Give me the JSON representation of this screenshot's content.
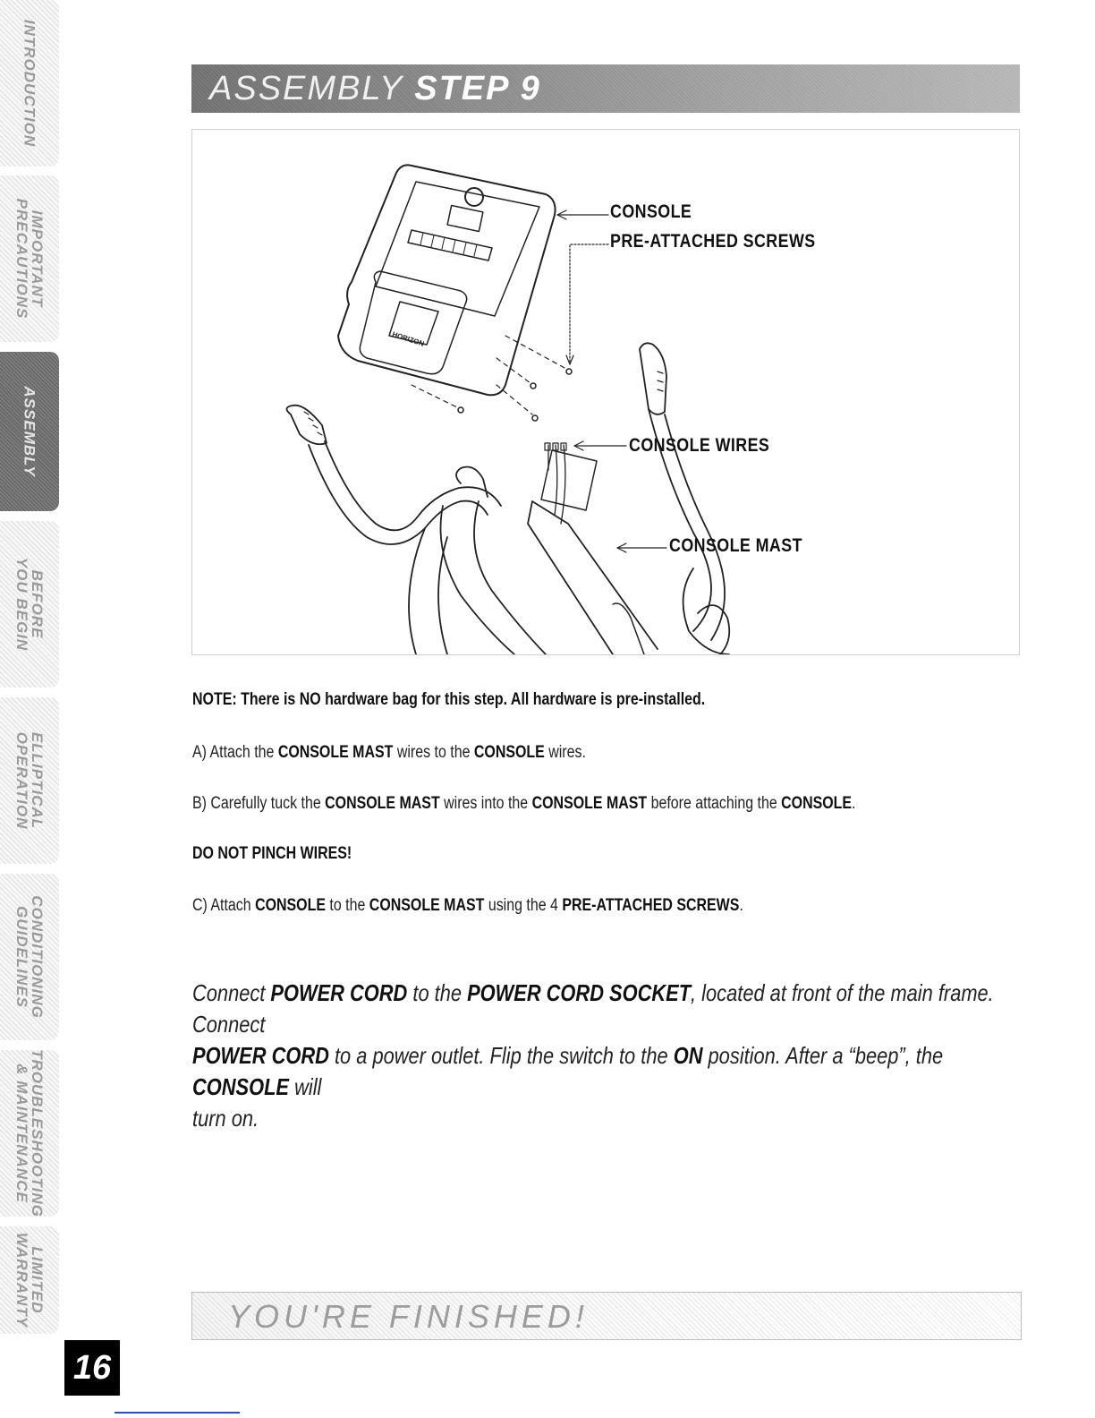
{
  "side_tabs": [
    {
      "label": "INTRODUCTION",
      "active": false
    },
    {
      "label": "IMPORTANT\nPRECAUTIONS",
      "active": false
    },
    {
      "label": "ASSEMBLY",
      "active": true
    },
    {
      "label": "BEFORE\nYOU BEGIN",
      "active": false
    },
    {
      "label": "ELLIPTICAL\nOPERATION",
      "active": false
    },
    {
      "label": "CONDITIONING\nGUIDELINES",
      "active": false
    },
    {
      "label": "TROUBLESHOOTING\n& MAINTENANCE",
      "active": false
    },
    {
      "label": "LIMITED\nWARRANTY",
      "active": false
    }
  ],
  "page_number": "16",
  "header": {
    "title_prefix": "ASSEMBLY ",
    "title_step": "STEP 9"
  },
  "figure": {
    "callouts": {
      "console": "CONSOLE",
      "screws": "PRE-ATTACHED SCREWS",
      "wires": "CONSOLE WIRES",
      "mast": "CONSOLE MAST"
    },
    "console_brand": "HORIZON"
  },
  "note": "NOTE: There is NO hardware bag for this step. All hardware is pre-installed.",
  "step_a": {
    "t1": "A) Attach the ",
    "b1": "CONSOLE MAST",
    "t2": " wires to the ",
    "b2": "CONSOLE",
    "t3": " wires."
  },
  "step_b": {
    "t1": "B) Carefully tuck the ",
    "b1": "CONSOLE MAST",
    "t2": " wires into the ",
    "b2": "CONSOLE MAST",
    "t3": " before attaching the ",
    "b3": "CONSOLE",
    "t4": "."
  },
  "warning": "DO NOT PINCH WIRES!",
  "step_c": {
    "t1": "C) Attach ",
    "b1": "CONSOLE",
    "t2": " to the ",
    "b2": "CONSOLE MAST",
    "t3": " using the 4 ",
    "b3": "PRE-ATTACHED SCREWS",
    "t4": "."
  },
  "power": {
    "t1": "Connect ",
    "b1": "POWER CORD",
    "t2": " to the ",
    "b2": "POWER CORD SOCKET",
    "t3": ", located at front of the main frame. Connect",
    "b3": "POWER CORD",
    "t4": " to a power outlet. Flip the switch to the ",
    "b4": "ON",
    "t5": " position. After a “beep”, the ",
    "b5": "CONSOLE",
    "t6": " will",
    "t7": "turn on."
  },
  "finished": "YOU'RE FINISHED!"
}
